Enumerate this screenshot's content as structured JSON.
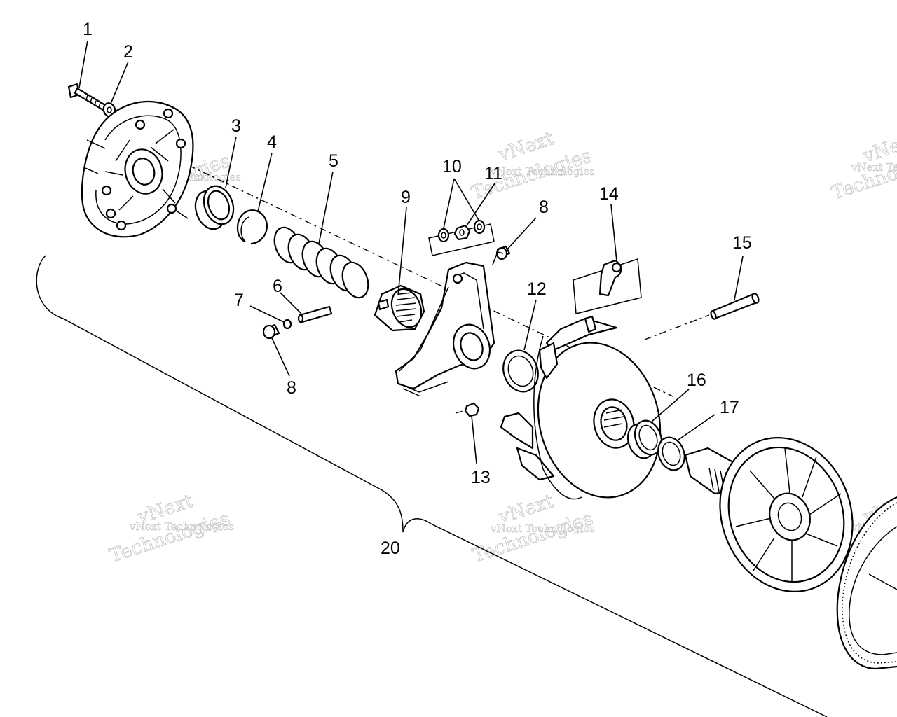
{
  "callouts": [
    {
      "id": "1",
      "label": "1"
    },
    {
      "id": "2",
      "label": "2"
    },
    {
      "id": "3",
      "label": "3"
    },
    {
      "id": "4",
      "label": "4"
    },
    {
      "id": "5",
      "label": "5"
    },
    {
      "id": "6",
      "label": "6"
    },
    {
      "id": "7",
      "label": "7"
    },
    {
      "id": "8a",
      "label": "8"
    },
    {
      "id": "8b",
      "label": "8"
    },
    {
      "id": "9",
      "label": "9"
    },
    {
      "id": "10",
      "label": "10"
    },
    {
      "id": "11",
      "label": "11"
    },
    {
      "id": "12",
      "label": "12"
    },
    {
      "id": "13",
      "label": "13"
    },
    {
      "id": "14",
      "label": "14"
    },
    {
      "id": "15",
      "label": "15"
    },
    {
      "id": "16",
      "label": "16"
    },
    {
      "id": "17",
      "label": "17"
    },
    {
      "id": "20",
      "label": "20"
    }
  ],
  "watermark": {
    "line1": "vNext Technologies",
    "line2": "vNext",
    "line3": "Technologies"
  }
}
